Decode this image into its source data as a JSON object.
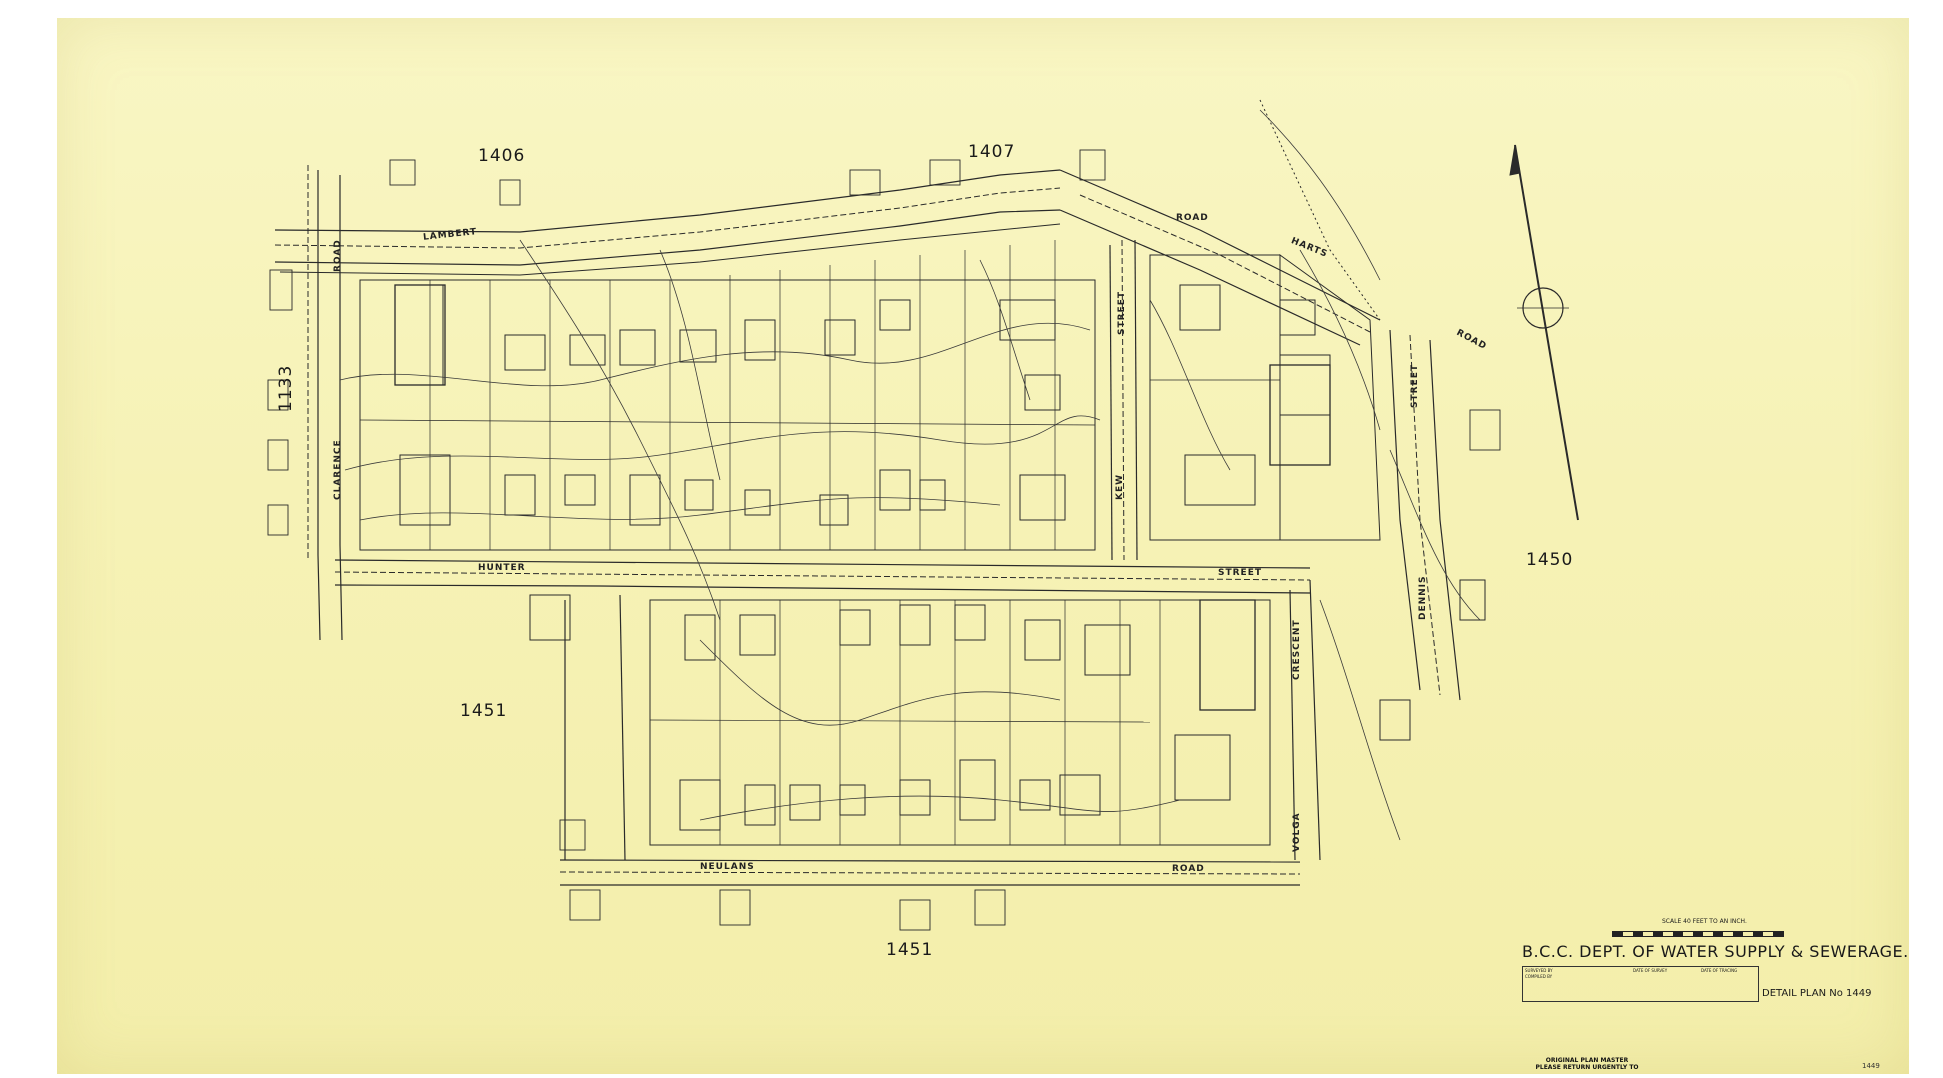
{
  "sheet_numbers": {
    "n1406": "1406",
    "n1407": "1407",
    "n1133": "1133",
    "n1450": "1450",
    "n1451_left": "1451",
    "n1451_bottom": "1451"
  },
  "streets": {
    "lambert": "LAMBERT",
    "road_top": "ROAD",
    "harts": "HARTS",
    "harts_road": "ROAD",
    "clarence": "CLARENCE",
    "clarence_road": "ROAD",
    "kew": "KEW",
    "kew_street": "STREET",
    "hunter": "HUNTER",
    "street_mid": "STREET",
    "crescent": "CRESCENT",
    "volga": "VOLGA",
    "neulans": "NEULANS",
    "road_bottom": "ROAD",
    "dennis": "DENNIS",
    "dennis_street": "STREET"
  },
  "title_block": {
    "scale": "SCALE 40 FEET TO AN INCH.",
    "title": "B.C.C. DEPT. OF WATER SUPPLY & SEWERAGE.",
    "surveyed_by": "SURVEYED BY",
    "compiled_by": "COMPILED BY",
    "date_of_survey": "DATE OF SURVEY",
    "date_of_tracing": "DATE OF TRACING",
    "detail_plan": "DETAIL PLAN No 1449"
  },
  "stamp": {
    "line1": "ORIGINAL PLAN MASTER",
    "line2": "PLEASE RETURN URGENTLY TO"
  },
  "corner_number": "1449",
  "colors": {
    "paper": "#f7f3b8",
    "ink": "#2a2a2a"
  }
}
